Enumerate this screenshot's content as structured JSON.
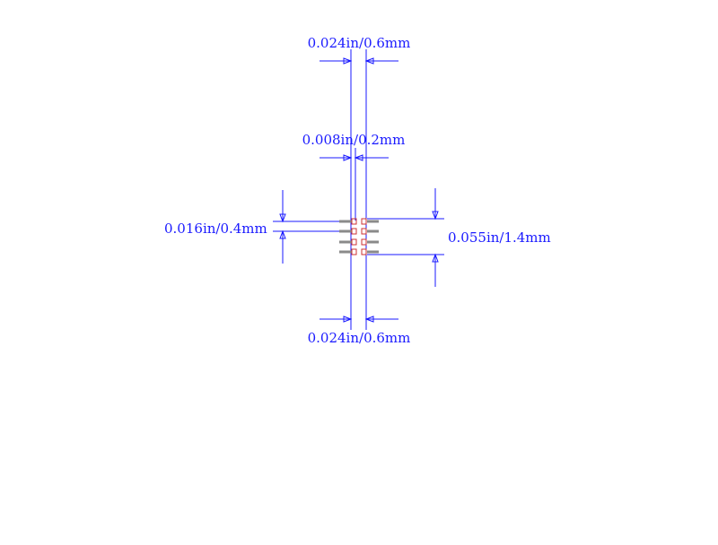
{
  "colors": {
    "dimension": "#1a1aff",
    "pad_outline": "#cc3333",
    "pin": "#8a8a8a"
  },
  "dimensions": {
    "top_width": "0.024in/0.6mm",
    "gap_width": "0.008in/0.2mm",
    "pin_pitch": "0.016in/0.4mm",
    "body_height": "0.055in/1.4mm",
    "bottom_width": "0.024in/0.6mm"
  },
  "package": {
    "pin_rows": 4,
    "pad_columns": 2
  }
}
